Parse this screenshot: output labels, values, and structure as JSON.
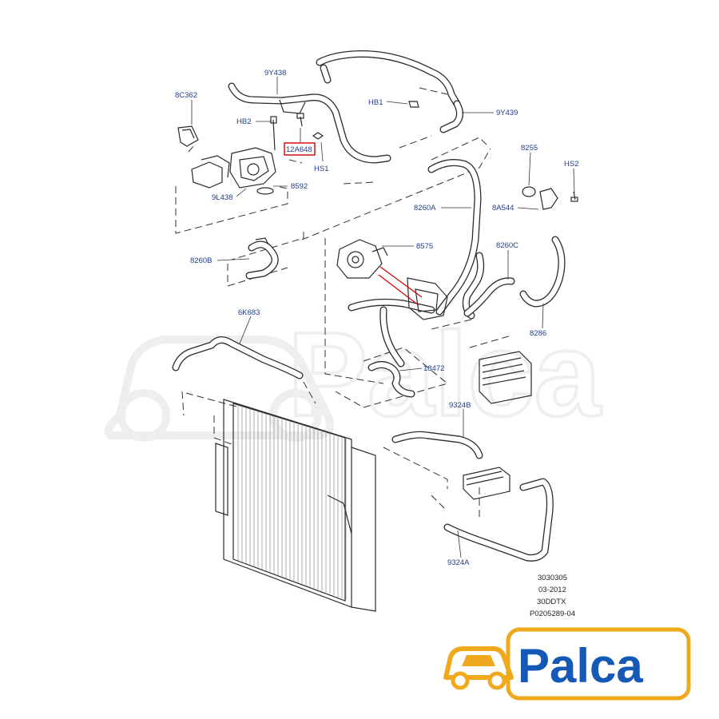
{
  "labels": {
    "p9Y438": "9Y438",
    "p8C362": "8C362",
    "pHB2": "HB2",
    "p12A648": "12A648",
    "pHS1": "HS1",
    "pHB1": "HB1",
    "p9Y439": "9Y439",
    "p9L438": "9L438",
    "p8592": "8592",
    "p8255": "8255",
    "pHS2": "HS2",
    "p8260A": "8260A",
    "p8A544": "8A544",
    "p8575": "8575",
    "p8260C": "8260C",
    "p8260B": "8260B",
    "p6K683": "6K683",
    "p8286": "8286",
    "p18472": "18472",
    "p9324B": "9324B",
    "p9324A": "9324A"
  },
  "meta": {
    "ref": "3030305",
    "date": "03-2012",
    "engine": "30DDTX",
    "code": "P0205289-04"
  },
  "watermark": {
    "text": "Palca"
  },
  "logo": {
    "text": "Palca",
    "accent": "#f0a91c",
    "brand": "#1458b8"
  },
  "highlight": {
    "color": "#cc0000",
    "part": "12A648"
  }
}
